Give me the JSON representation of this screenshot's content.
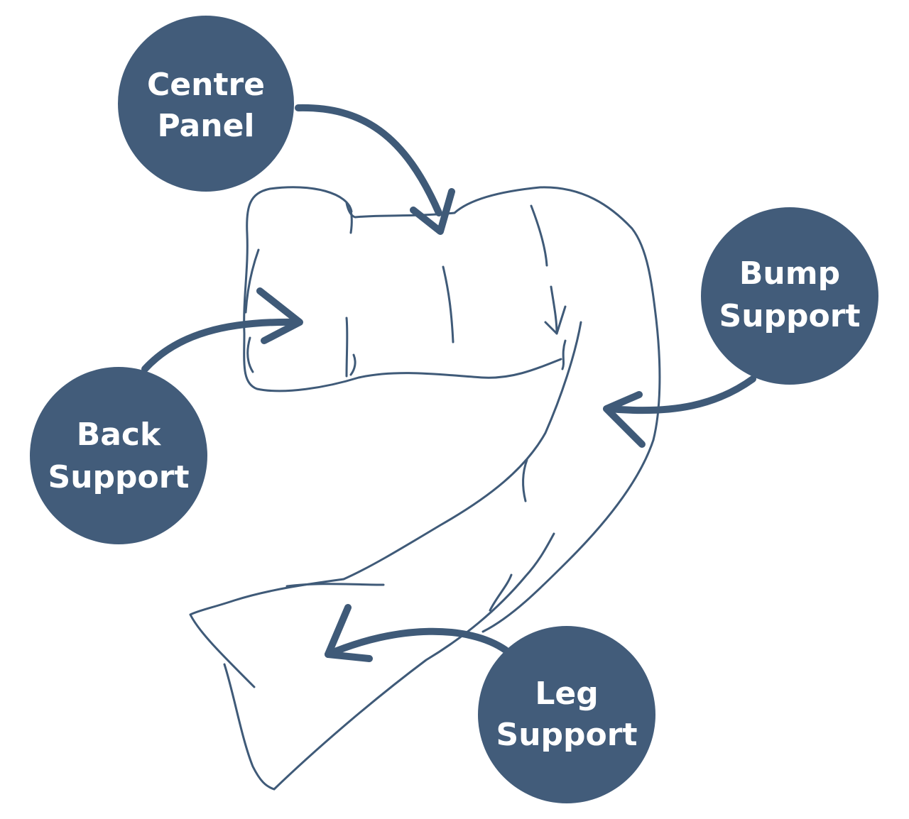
{
  "colors": {
    "bubble": "#425c7a",
    "line": "#3f5a78",
    "text": "#ffffff",
    "background": "#ffffff"
  },
  "labels": {
    "centre_panel": {
      "line1": "Centre",
      "line2": "Panel"
    },
    "bump_support": {
      "line1": "Bump",
      "line2": "Support"
    },
    "back_support": {
      "line1": "Back",
      "line2": "Support"
    },
    "leg_support": {
      "line1": "Leg",
      "line2": "Support"
    }
  }
}
